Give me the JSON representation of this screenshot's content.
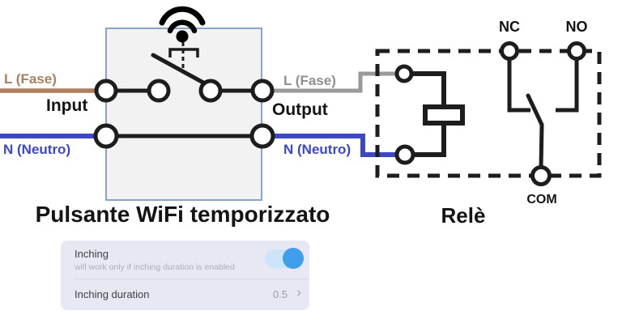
{
  "diagram": {
    "device": {
      "title": "Pulsante WiFi temporizzato",
      "input_label": "Input",
      "output_label": "Output",
      "fase_in_label": "L (Fase)",
      "neutro_in_label": "N (Neutro)",
      "fase_out_label": "L (Fase)",
      "neutro_out_label": "N (Neutro)"
    },
    "relay": {
      "title": "Relè",
      "nc_label": "NC",
      "no_label": "NO",
      "com_label": "COM"
    },
    "colors": {
      "fase_wire": "#ad7d5c",
      "neutro_wire": "#3c47c4",
      "fase_out_wire": "#9a9a9a",
      "line": "#1d1d1d",
      "device_box_fill": "#f2f2f2",
      "device_box_border": "#8ba3c7",
      "toggle_track": "#cde5f9",
      "toggle_knob": "#3f9fec",
      "panel_bg": "#e7e8f4"
    }
  },
  "settings_panel": {
    "inching": {
      "label": "Inching",
      "hint": "will work only if inching duration is enabled",
      "enabled": true
    },
    "inching_duration": {
      "label": "Inching duration",
      "value": "0.5"
    },
    "chevron_icon": "›"
  }
}
